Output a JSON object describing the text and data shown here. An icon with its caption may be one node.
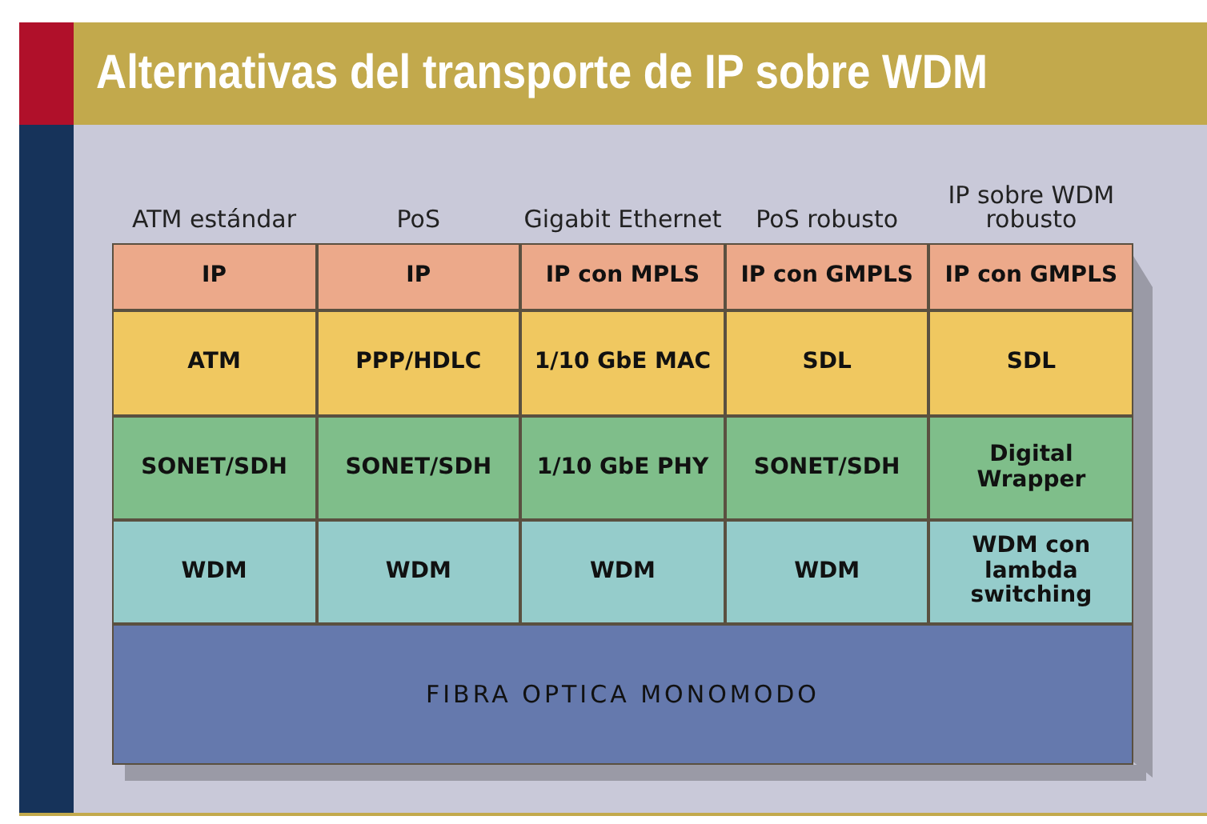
{
  "diagram": {
    "title": "Alternativas del transporte de IP sobre WDM",
    "nodes": [
      {
        "text": [
          "IP"
        ]
      },
      {
        "text": [
          "IP"
        ]
      },
      {
        "text": [
          "IP con MPLS"
        ]
      },
      {
        "text": [
          "IP con GMPLS"
        ]
      },
      {
        "text": [
          "IP con GMPLS"
        ]
      },
      {
        "text": [
          "ATM"
        ]
      },
      {
        "text": [
          "PPP/HDLC"
        ]
      },
      {
        "text": [
          "1/10 GbE MAC"
        ]
      },
      {
        "text": [
          "SDL"
        ]
      },
      {
        "text": [
          "SDL"
        ]
      },
      {
        "text": [
          "SONET/SDH"
        ]
      },
      {
        "text": [
          "SONET/SDH"
        ]
      },
      {
        "text": [
          "1/10 GbE PHY"
        ]
      },
      {
        "text": [
          "SONET/SDH"
        ]
      },
      {
        "text": [
          "Digital Wrapper"
        ]
      },
      {
        "text": [
          "WDM"
        ]
      },
      {
        "text": [
          "WDM"
        ]
      },
      {
        "text": [
          "WDM"
        ]
      },
      {
        "text": [
          "WDM"
        ]
      },
      {
        "text": [
          "WDM con lambda switching"
        ]
      },
      {
        "text": [
          "FIBRA OPTICA MONOMODO"
        ]
      }
    ],
    "labels": [
      "ATM estándar",
      "PoS",
      "Gigabit Ethernet",
      "PoS robusto",
      "IP sobre WDM robusto"
    ]
  }
}
